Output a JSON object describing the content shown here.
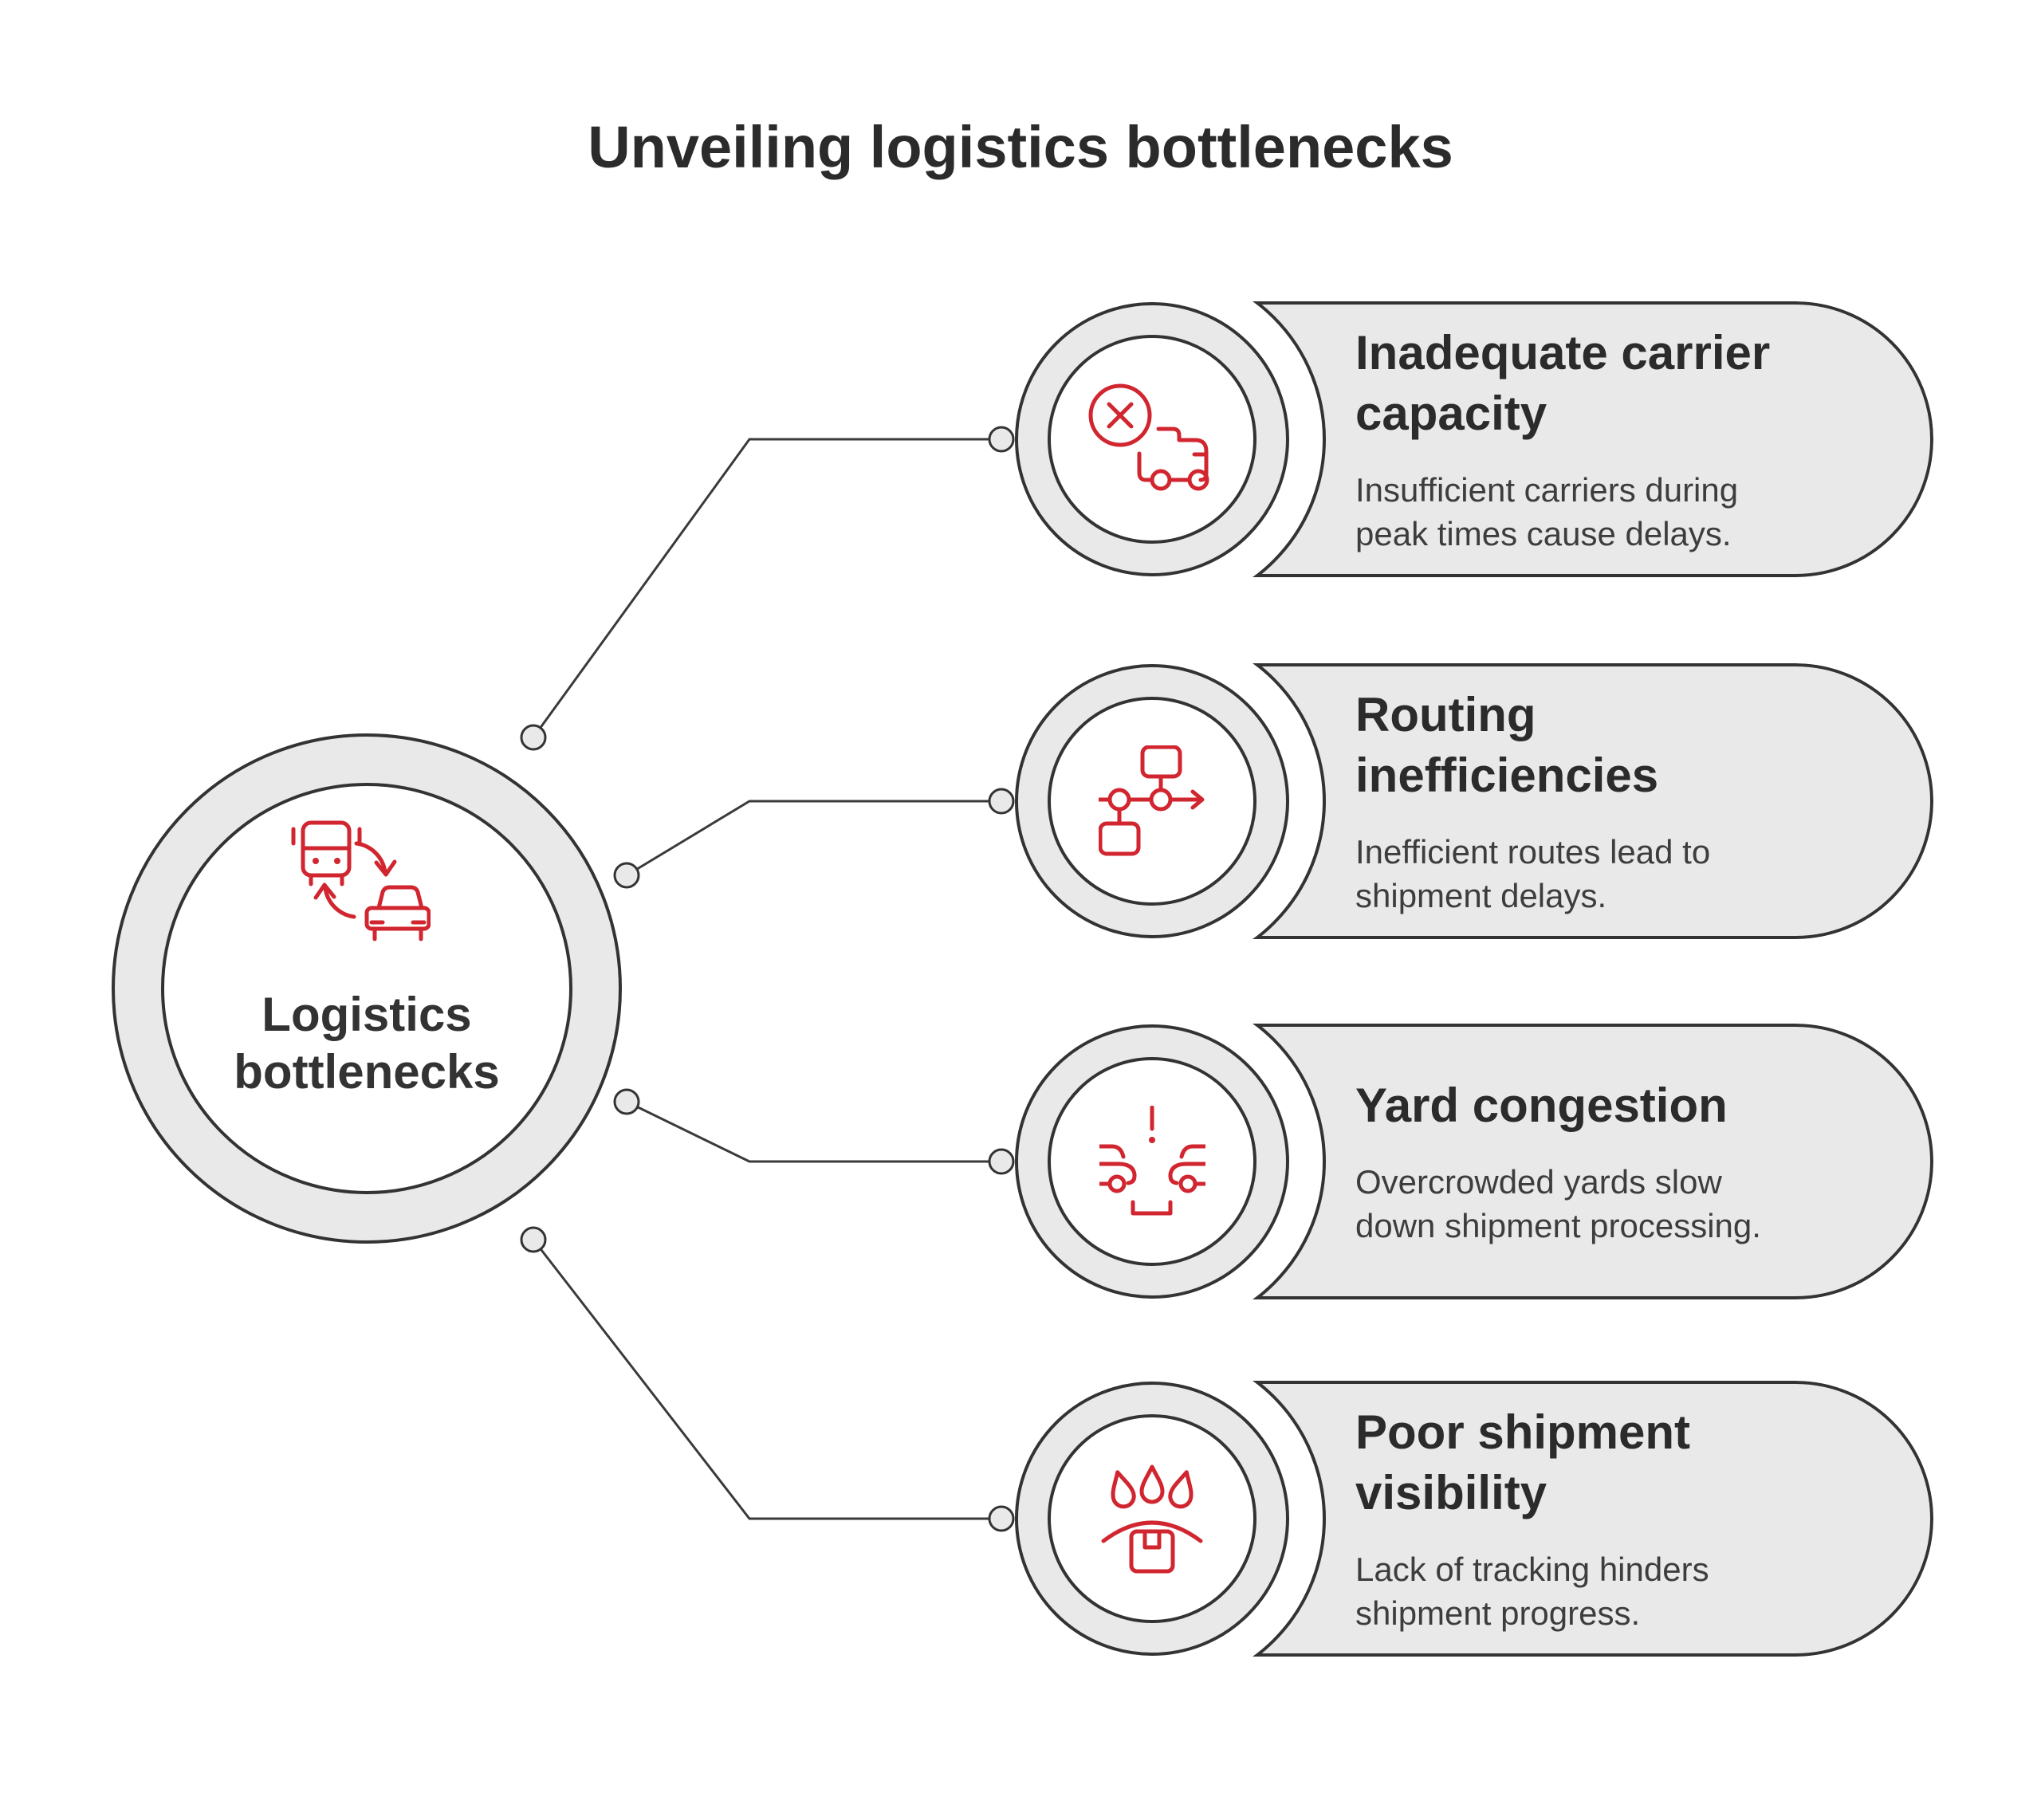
{
  "page": {
    "title": "Unveiling logistics bottlenecks"
  },
  "colors": {
    "accent_red": "#d1262f",
    "shape_fill": "#e9e9e9",
    "outline_dark": "#333333",
    "title_text": "#2b2b2b",
    "body_text": "#3d3d3d",
    "background": "#ffffff"
  },
  "center": {
    "label": "Logistics\nbottlenecks",
    "icon": "vehicle-swap-icon"
  },
  "items": [
    {
      "title": "Inadequate carrier\ncapacity",
      "description": "Insufficient carriers during\npeak times cause delays.",
      "icon": "cancelled-truck-icon"
    },
    {
      "title": "Routing\ninefficiencies",
      "description": "Inefficient routes lead to\nshipment delays.",
      "icon": "route-flowchart-icon"
    },
    {
      "title": "Yard congestion",
      "description": "Overcrowded yards slow\ndown shipment processing.",
      "icon": "yard-congestion-icon"
    },
    {
      "title": "Poor shipment\nvisibility",
      "description": "Lack of tracking hinders\nshipment progress.",
      "icon": "package-rain-icon"
    }
  ]
}
